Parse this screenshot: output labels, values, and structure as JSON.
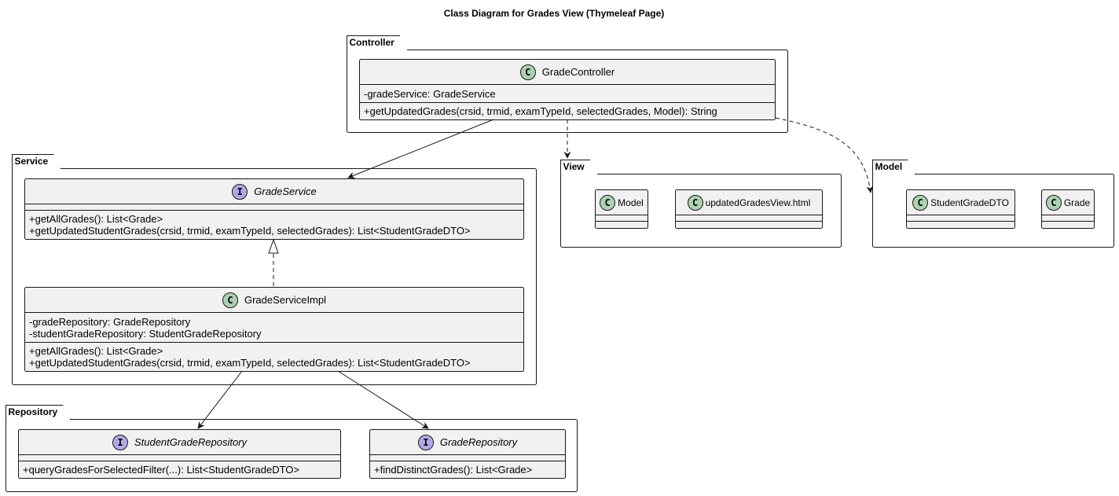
{
  "title": "Class Diagram for Grades View (Thymeleaf Page)",
  "colors": {
    "class_fill": "#f1f1f1",
    "class_badge": "#add1b2",
    "interface_badge": "#b4a7e5",
    "stroke": "#181818"
  },
  "packages": {
    "controller": {
      "name": "Controller",
      "grade_controller": {
        "badge": "C",
        "name": "GradeController",
        "fields": [
          "-gradeService: GradeService"
        ],
        "methods": [
          "+getUpdatedGrades(crsid, trmid, examTypeId, selectedGrades, Model): String"
        ]
      }
    },
    "service": {
      "name": "Service",
      "grade_service": {
        "badge": "I",
        "name": "GradeService",
        "methods": [
          "+getAllGrades(): List<Grade>",
          "+getUpdatedStudentGrades(crsid, trmid, examTypeId, selectedGrades): List<StudentGradeDTO>"
        ]
      },
      "grade_service_impl": {
        "badge": "C",
        "name": "GradeServiceImpl",
        "fields": [
          "-gradeRepository: GradeRepository",
          "-studentGradeRepository: StudentGradeRepository"
        ],
        "methods": [
          "+getAllGrades(): List<Grade>",
          "+getUpdatedStudentGrades(crsid, trmid, examTypeId, selectedGrades): List<StudentGradeDTO>"
        ]
      }
    },
    "repository": {
      "name": "Repository",
      "student_grade_repository": {
        "badge": "I",
        "name": "StudentGradeRepository",
        "methods": [
          "+queryGradesForSelectedFilter(...): List<StudentGradeDTO>"
        ]
      },
      "grade_repository": {
        "badge": "I",
        "name": "GradeRepository",
        "methods": [
          "+findDistinctGrades(): List<Grade>"
        ]
      }
    },
    "view": {
      "name": "View",
      "model": {
        "badge": "C",
        "name": "Model"
      },
      "updated_grades_view": {
        "badge": "C",
        "name": "updatedGradesView.html"
      }
    },
    "model": {
      "name": "Model",
      "student_grade_dto": {
        "badge": "C",
        "name": "StudentGradeDTO"
      },
      "grade": {
        "badge": "C",
        "name": "Grade"
      }
    }
  }
}
